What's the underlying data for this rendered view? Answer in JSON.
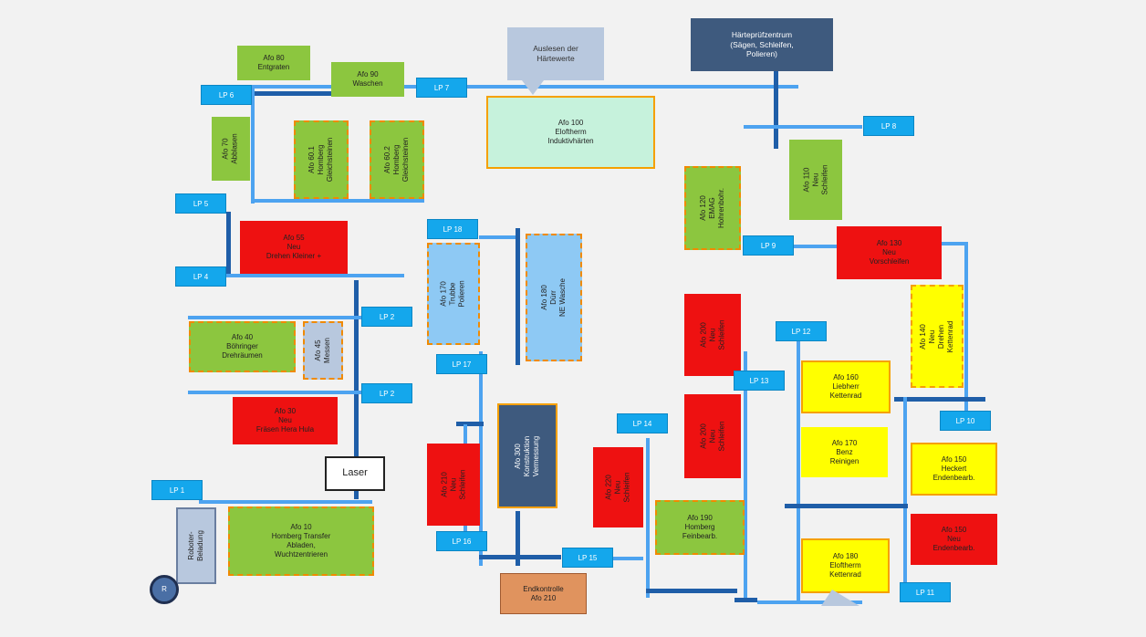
{
  "hardness_center": "Härteprüfzentrum\n(Sägen, Schleifen,\nPolieren)",
  "read_hardness": "Auslesen der\nHärtewerte",
  "laser": "Laser",
  "robot": "Roboter-\nBeladung",
  "end_control": "Endkontrolle\nAfo 210",
  "circle_label": "R",
  "loading_points": {
    "lp1": "LP 1",
    "lp2a": "LP 2",
    "lp2b": "LP 2",
    "lp4": "LP 4",
    "lp5": "LP 5",
    "lp6": "LP 6",
    "lp7": "LP 7",
    "lp8": "LP 8",
    "lp9": "LP 9",
    "lp10": "LP 10",
    "lp11": "LP 11",
    "lp12": "LP 12",
    "lp13": "LP 13",
    "lp14": "LP 14",
    "lp15": "LP 15",
    "lp16": "LP 16",
    "lp17": "LP 17",
    "lp18": "LP 18"
  },
  "stations": {
    "afo80": "Afo 80\nEntgraten",
    "afo90": "Afo 90\nWaschen",
    "afo100": "Afo 100\nEloftherm\nInduktivhärten",
    "afo70": "Afo 70\nAbblasen",
    "afo601": "Afo 60.1\nHomberg\nGleichsteinen",
    "afo602": "Afo 60.2\nHomberg\nGleichsteinen",
    "afo55": "Afo 55\nNeu\nDrehen Kleiner +",
    "afo40": "Afo 40\nBöhringer\nDrehräumen",
    "afo45": "Afo 45\nMessen",
    "afo30": "Afo 30\nNeu\nFräsen Hera Hula",
    "afo10": "Afo 10\nHomberg Transfer\nAbladen,\nWuchtzentrieren",
    "afo170a": "Afo 170\nTrubbe\nPolieren",
    "afo180": "Afo 180\nDürr\nNE Wasche",
    "afo300": "Afo 300\nKonstruktion\nVermessung",
    "afo210": "Afo 210\nNeu\nSchleifen",
    "afo220": "Afo 220\nNeu\nSchleifen",
    "afo190": "Afo 190\nHomberg\nFeinbearb.",
    "afo200a": "Afo 200\nNeu\nSchleifen",
    "afo200b": "Afo 200\nNeu\nSchleifen",
    "afo120": "Afo 120\nEMAG\nHohrenbohr.",
    "afo110": "Afo 110\nNeu\nSchleifen",
    "afo130": "Afo 130\nNeu\nVorschleifen",
    "afo140": "Afo 140\nNeu\nDrehen Kettenrad",
    "afo160": "Afo 160\nLiebherr\nKettenrad",
    "afo170b": "Afo 170\nBenz\nReinigen",
    "afo150a": "Afo 150\nHeckert\nEndenbearb.",
    "afo150b": "Afo 150\nNeu\nEndenbearb.",
    "afo180b": "Afo 180\nEloftherm\nKettenrad"
  },
  "colors": {
    "green": "#8cc63f",
    "red": "#ee1111",
    "yellow": "#ffff00",
    "light_blue_box": "#8ec9f4",
    "navy": "#3e5a7e",
    "lp_blue": "#14a7ec",
    "line_light": "#4da3f0",
    "line_dark": "#1f5ea8"
  }
}
